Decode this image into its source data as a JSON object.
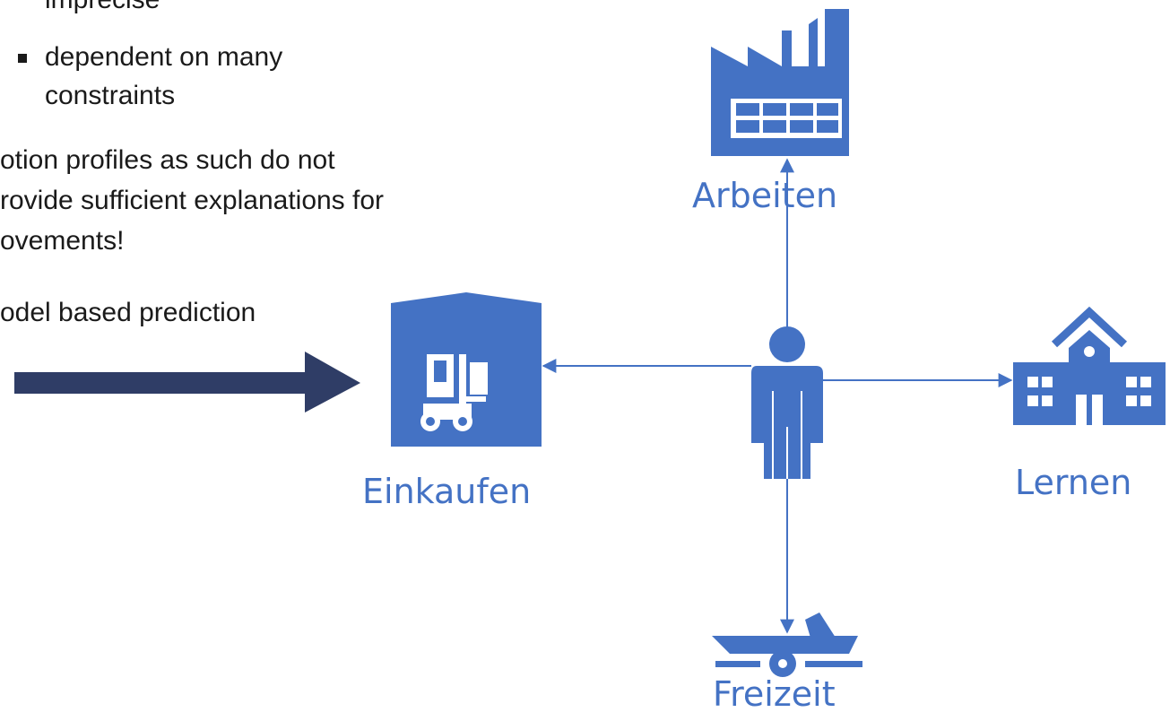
{
  "slide": {
    "bullets": {
      "item1": "imprecise",
      "item2_line1": "dependent on many",
      "item2_line2": "constraints"
    },
    "para1": {
      "line1": "otion profiles as such do not",
      "line2": "rovide sufficient explanations for",
      "line3": "ovements!"
    },
    "para2": "odel based prediction"
  },
  "diagram": {
    "accent_color": "#4472C4",
    "arrow_color": "#2F3D66",
    "nodes": {
      "arbeiten": {
        "label": "Arbeiten",
        "icon": "factory-icon"
      },
      "einkaufen": {
        "label": "Einkaufen",
        "icon": "warehouse-forklift-icon"
      },
      "lernen": {
        "label": "Lernen",
        "icon": "school-icon"
      },
      "freizeit": {
        "label": "Freizeit",
        "icon": "boat-trailer-icon"
      }
    },
    "center": {
      "icon": "person-icon"
    }
  }
}
